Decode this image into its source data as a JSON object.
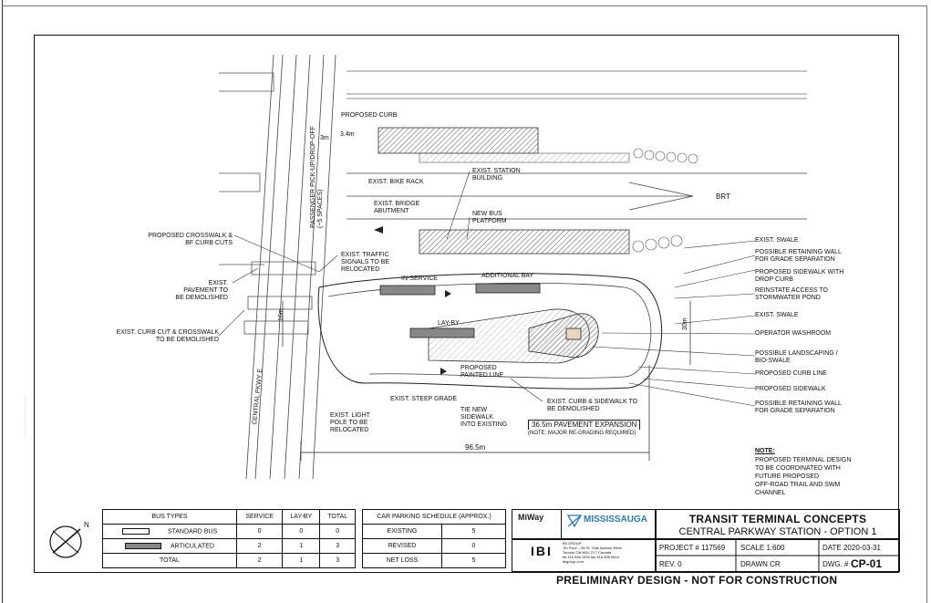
{
  "labels": {
    "proposed_curb": "PROPOSED CURB",
    "dim_3_4m": "3.4m",
    "dim_3m": "3m",
    "passenger_pickup": "PASSENGER PICK-UP/DROP-OFF\n(~5 SPACES)",
    "exist_bike_rack": "EXIST. BIKE RACK",
    "exist_station": "EXIST. STATION\nBUILDING",
    "exist_bridge": "EXIST. BRIDGE\nABUTMENT",
    "new_bus_platform": "NEW BUS\nPLATFORM",
    "brt": "BRT",
    "proposed_crosswalk": "PROPOSED CROSSWALK &\nBF CURB CUTS",
    "exist_traffic_signals": "EXIST. TRAFFIC\nSIGNALS TO BE\nRELOCATED",
    "in_service": "IN-SERVICE",
    "additional_bay": "ADDITIONAL BAY",
    "exist_pavement": "EXIST.\nPAVEMENT TO\nBE DEMOLISHED",
    "exist_curb_cut": "EXIST. CURB CUT & CROSSWALK\nTO BE DEMOLISHED",
    "dim_16m": "16m",
    "lay_by": "LAY-BY",
    "proposed_painted_line": "PROPOSED\nPAINTED LINE",
    "central_pkwy": "CENTRAL PKWY E",
    "exist_steep_grade": "EXIST. STEEP GRADE",
    "tie_new_sidewalk": "TIE NEW\nSIDEWALK\nINTO EXISTING",
    "exist_curb_sidewalk": "EXIST. CURB & SIDEWALK TO\nBE DEMOLISHED",
    "exist_light_pole": "EXIST. LIGHT\nPOLE TO BE\nRELOCATED",
    "pavement_expansion": "36.5m PAVEMENT EXPANSION",
    "major_regrading": "(NOTE: MAJOR RE-GRADING REQUIRED)",
    "dim_96_5m": "96.5m",
    "dim_30m": "30m",
    "exist_swale_1": "EXIST. SWALE",
    "possible_wall_1": "POSSIBLE RETAINING WALL\nFOR GRADE SEPARATION",
    "proposed_sidewalk_drop": "PROPOSED SIDEWALK WITH\nDROP CURB",
    "reinstate_access": "REINSTATE ACCESS TO\nSTORMWATER POND",
    "exist_swale_2": "EXIST. SWALE",
    "operator_washroom": "OPERATOR WASHROOM",
    "possible_landscaping": "POSSIBLE LANDSCAPING /\nBIO-SWALE",
    "proposed_curb_line": "PROPOSED CURB LINE",
    "proposed_sidewalk": "PROPOSED SIDEWALK",
    "possible_wall_2": "POSSIBLE RETAINING WALL\nFOR GRADE SEPARATION"
  },
  "note": {
    "heading": "NOTE:",
    "body": "PROPOSED TERMINAL DESIGN\nTO BE COORDINATED WITH\nFUTURE PROPOSED\nOFF-ROAD TRAIL AND SWM\nCHANNEL"
  },
  "bus_table": {
    "headers": [
      "BUS TYPES",
      "SERVICE",
      "LAY-BY",
      "TOTAL"
    ],
    "rows": [
      {
        "type": "STANDARD BUS",
        "service": "0",
        "layby": "0",
        "total": "0"
      },
      {
        "type": "ARTICULATED",
        "service": "2",
        "layby": "1",
        "total": "3"
      },
      {
        "type": "TOTAL",
        "service": "2",
        "layby": "1",
        "total": "3"
      }
    ]
  },
  "parking_table": {
    "header": "CAR PARKING SCHEDULE (APPROX.)",
    "rows": [
      {
        "label": "EXISTING",
        "value": "5"
      },
      {
        "label": "REVISED",
        "value": "0"
      },
      {
        "label": "NET LOSS",
        "value": "5"
      }
    ]
  },
  "logos": {
    "miway": "MiWay",
    "mississauga": "MISSISSAUGA",
    "ibi": "IBI",
    "ibi_text": "IBI GROUP\n7th Floor – 55 St. Clair Avenue West\nToronto ON M4V 2Y7 Canada\ntel 416 596 1930 fax 416 596 0644\nibigroup.com"
  },
  "title_block": {
    "title": "TRANSIT TERMINAL CONCEPTS",
    "subtitle": "CENTRAL PARKWAY STATION - OPTION 1",
    "project": "PROJECT # 117569",
    "scale": "SCALE 1:600",
    "date": "DATE 2020-03-31",
    "rev": "REV. 0",
    "drawn": "DRAWN CR",
    "dwg_label": "DWG. #",
    "dwg_value": "CP-01"
  },
  "footer": "PRELIMINARY DESIGN - NOT FOR CONSTRUCTION",
  "north_label": "N"
}
